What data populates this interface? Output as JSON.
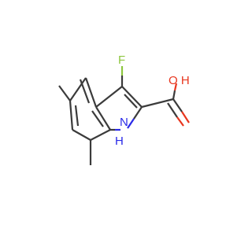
{
  "molecule": {
    "atoms": {
      "fluorine": {
        "label": "F",
        "color": "#8dc63f"
      },
      "hydroxyl": {
        "label": "O H",
        "color": "#e8361e"
      },
      "nitrogen": {
        "label": "N",
        "color": "#2a2ae8"
      },
      "hydrogen": {
        "label": "H",
        "color": "#2a2ae8"
      }
    },
    "bond_color": "#3b3b3b"
  }
}
